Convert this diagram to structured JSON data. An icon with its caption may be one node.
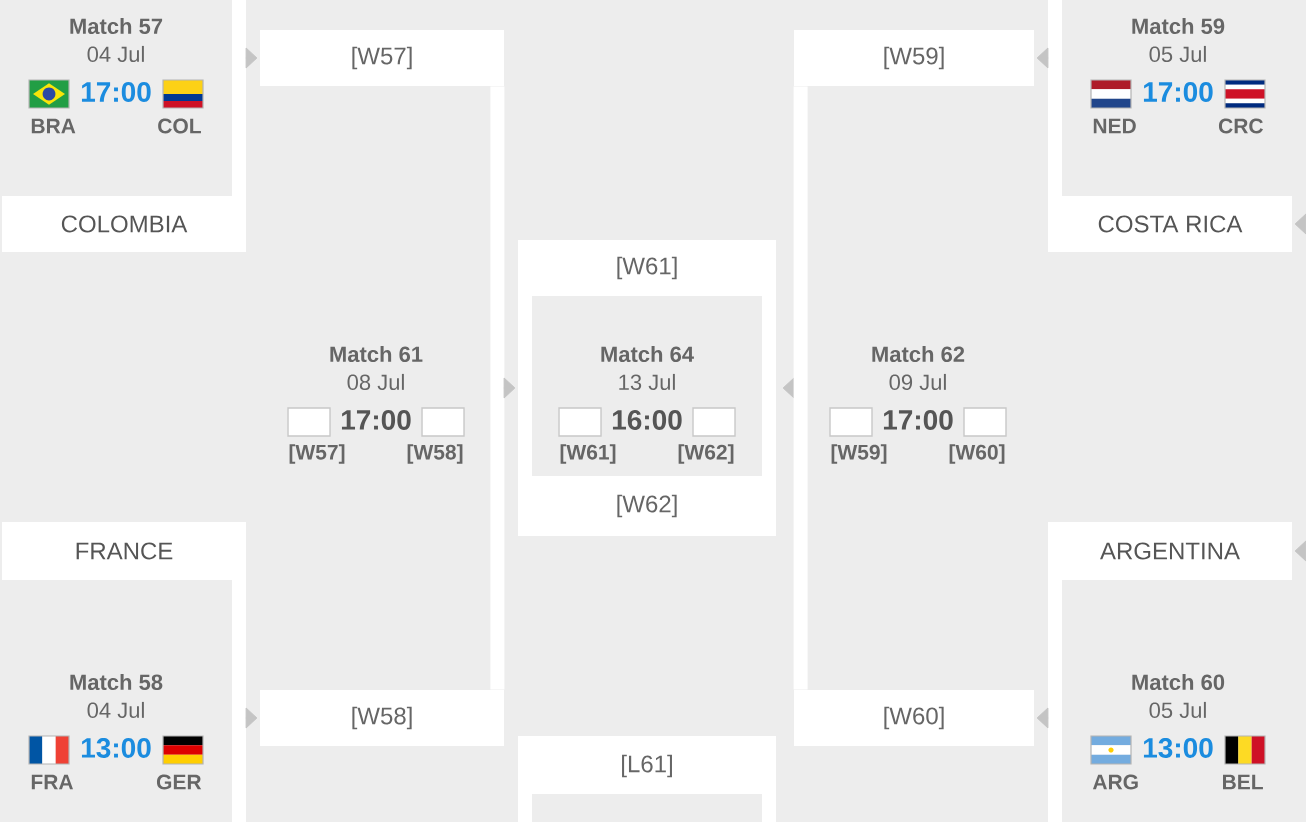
{
  "diagram": {
    "nodes": [
      {
        "text": [
          "Match 57",
          "04 Jul",
          "17:00",
          "BRA",
          "COL"
        ]
      },
      {
        "text": [
          "COLOMBIA"
        ]
      },
      {
        "text": [
          "[W57]"
        ]
      },
      {
        "text": [
          "Match 61",
          "08 Jul",
          "17:00",
          "[W57]",
          "[W58]"
        ]
      },
      {
        "text": [
          "FRANCE"
        ]
      },
      {
        "text": [
          "Match 58",
          "04 Jul",
          "13:00",
          "FRA",
          "GER"
        ]
      },
      {
        "text": [
          "[W58]"
        ]
      },
      {
        "text": [
          "[W61]",
          "[W62]"
        ]
      },
      {
        "text": [
          "Match 64",
          "13 Jul",
          "16:00",
          "[W61]",
          "[W62]"
        ],
        "in": 7
      },
      {
        "text": [
          "[L61]"
        ]
      },
      {
        "text": [],
        "shape": "box",
        "in": 9
      },
      {
        "text": [
          "[W59]"
        ]
      },
      {
        "text": [
          "Match 62",
          "09 Jul",
          "17:00",
          "[W59]",
          "[W60]"
        ]
      },
      {
        "text": [
          "[W60]"
        ]
      },
      {
        "text": [
          "Match 59",
          "05 Jul",
          "17:00",
          "NED",
          "CRC"
        ]
      },
      {
        "text": [
          "COSTA RICA"
        ]
      },
      {
        "text": [
          "ARGENTINA"
        ]
      },
      {
        "text": [
          "Match 60",
          "05 Jul",
          "13:00",
          "ARG",
          "BEL"
        ]
      }
    ],
    "edges": [
      {
        "from": 0,
        "to": 2,
        "arrow": "to"
      },
      {
        "from": 2,
        "to": 6,
        "arrow": "none"
      },
      {
        "from": 5,
        "to": 6,
        "arrow": "to"
      },
      {
        "from": 3,
        "to": 7,
        "arrow": "to"
      },
      {
        "from": 12,
        "to": 7,
        "arrow": "to"
      },
      {
        "from": 11,
        "to": 13,
        "arrow": "none"
      },
      {
        "from": 14,
        "to": 11,
        "arrow": "to"
      },
      {
        "from": 17,
        "to": 13,
        "arrow": "to"
      },
      {
        "from": null,
        "to": 15,
        "arrow": "to"
      },
      {
        "from": null,
        "to": 16,
        "arrow": "to"
      }
    ]
  }
}
